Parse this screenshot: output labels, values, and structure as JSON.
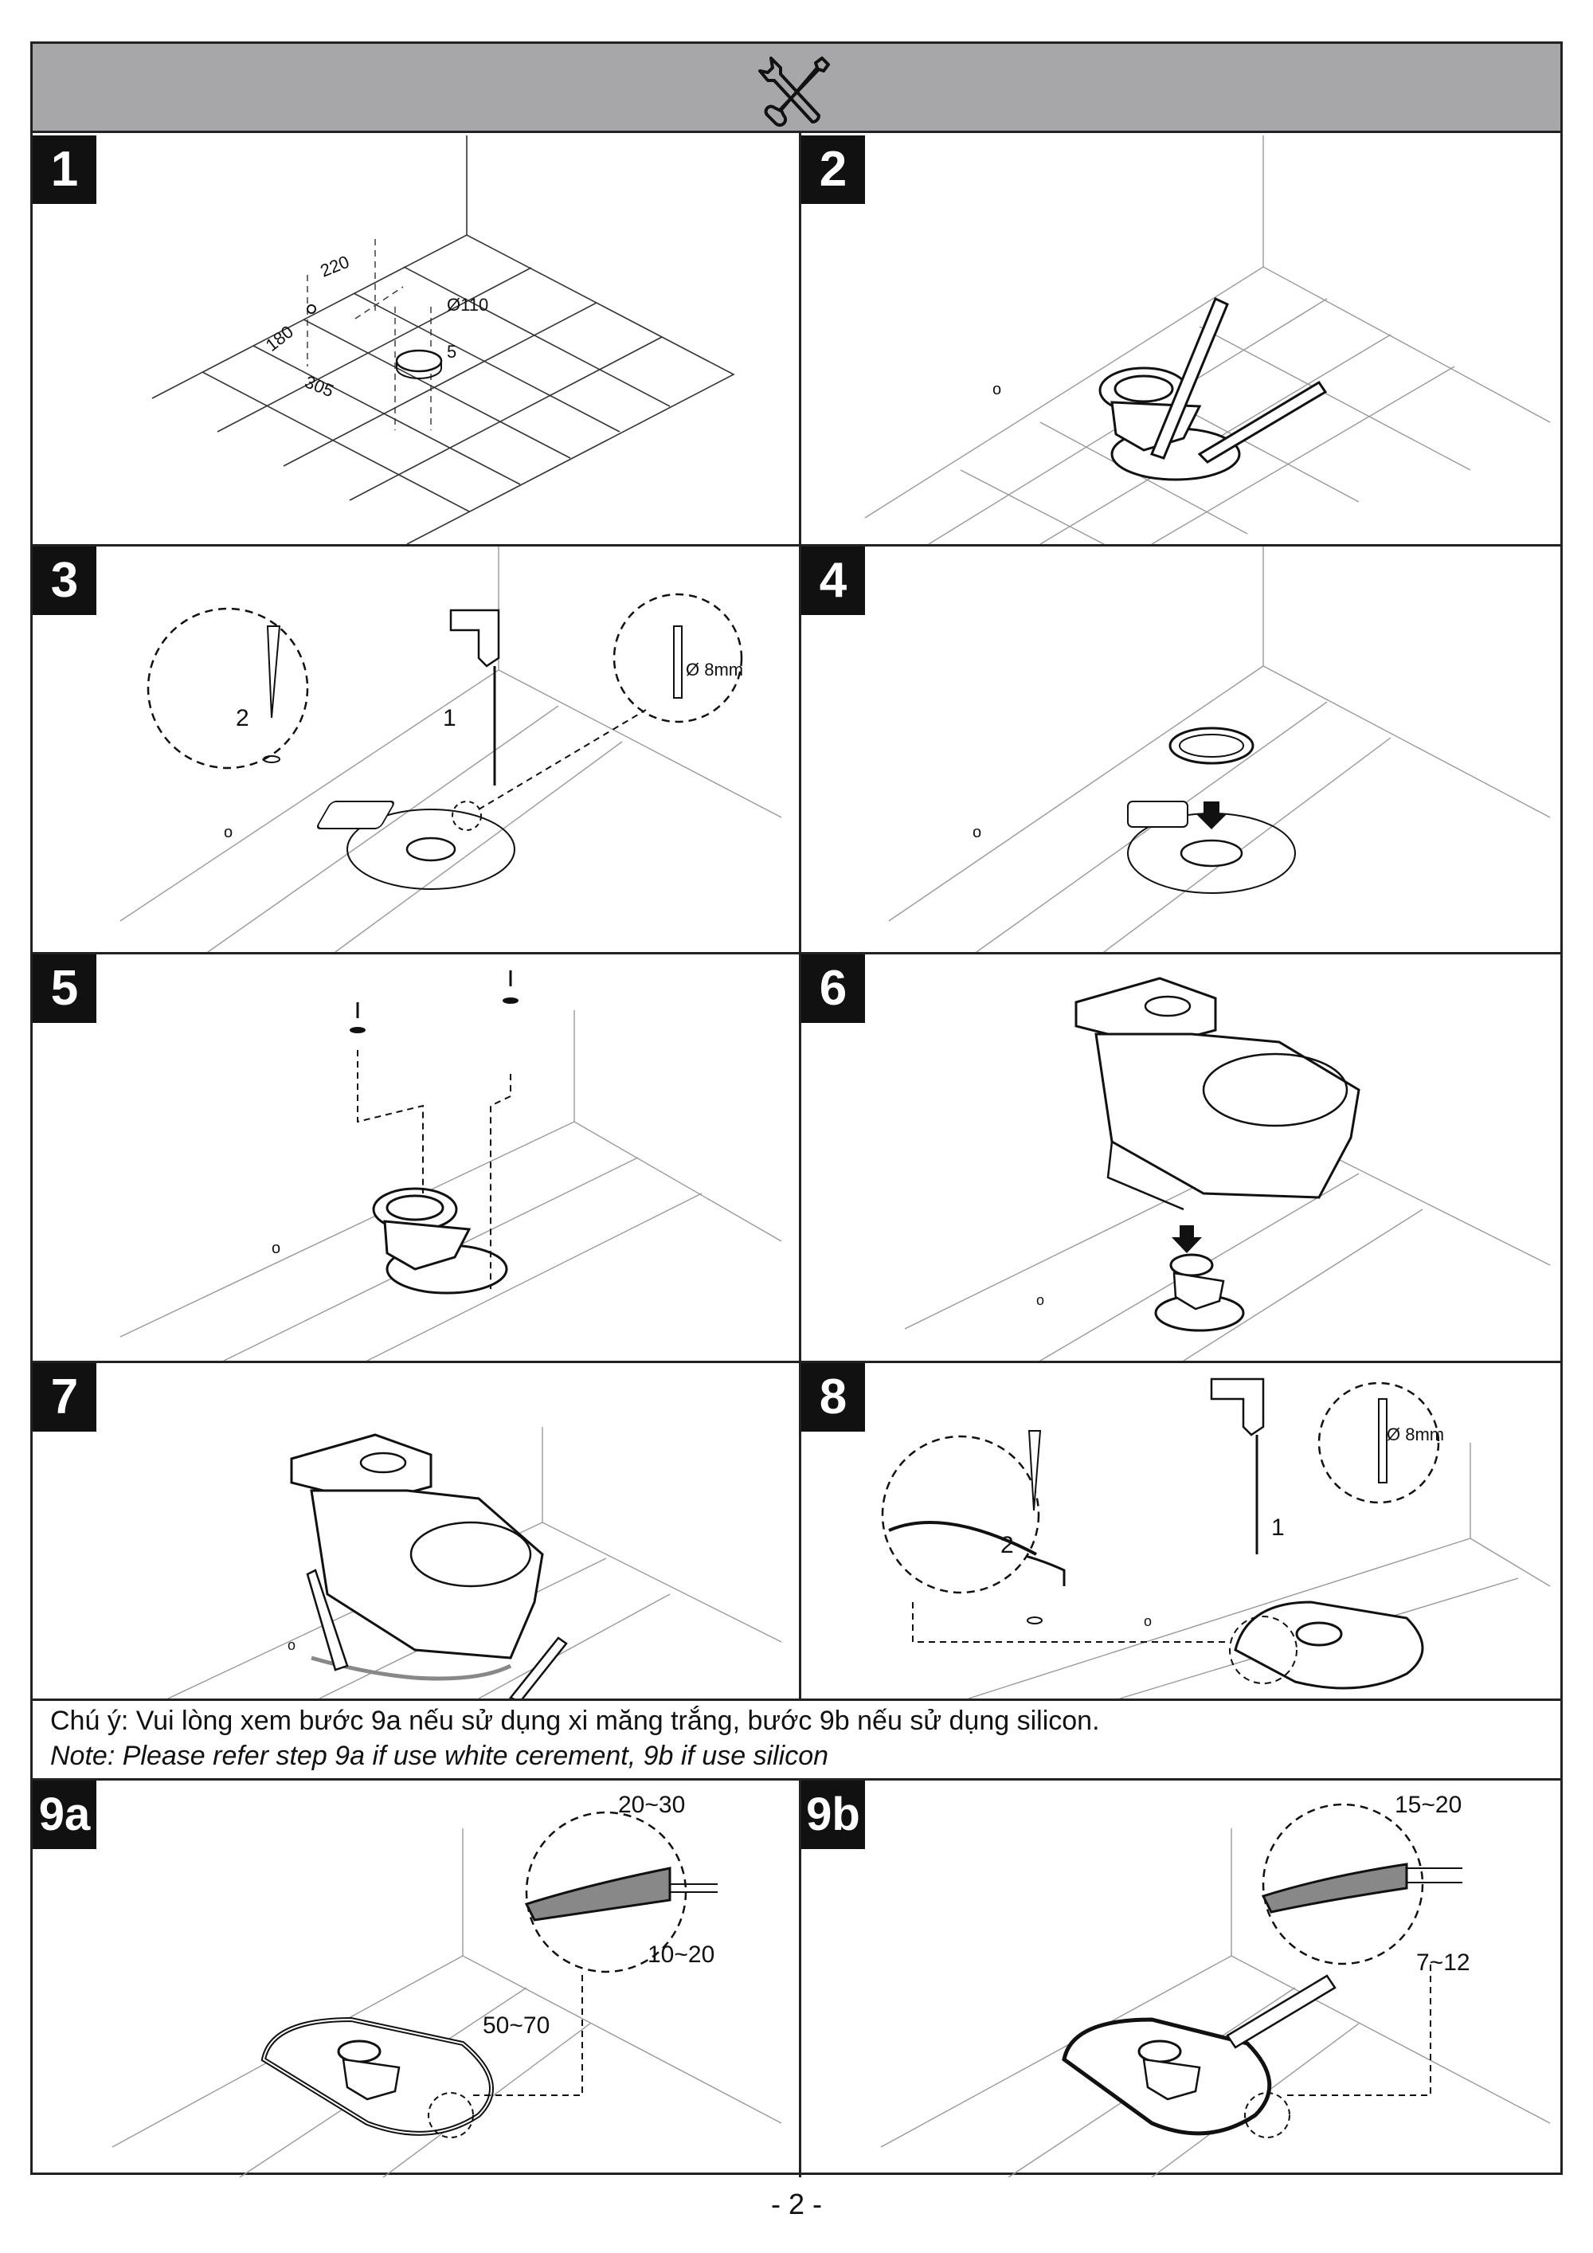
{
  "header": {
    "icon": "wrench-screwdriver-icon"
  },
  "steps": [
    {
      "number": "1",
      "labels": [
        "220",
        "180",
        "305",
        "Ø110",
        "5"
      ]
    },
    {
      "number": "2"
    },
    {
      "number": "3",
      "labels": [
        "2",
        "1",
        "Ø 8mm"
      ]
    },
    {
      "number": "4"
    },
    {
      "number": "5"
    },
    {
      "number": "6"
    },
    {
      "number": "7"
    },
    {
      "number": "8",
      "labels": [
        "2",
        "1",
        "Ø 8mm"
      ]
    },
    {
      "number": "9a",
      "labels": [
        "20~30",
        "10~20",
        "50~70"
      ]
    },
    {
      "number": "9b",
      "labels": [
        "15~20",
        "7~12"
      ]
    }
  ],
  "note": {
    "vi": "Chú ý: Vui lòng xem bước 9a nếu sử dụng xi măng trắng, bước 9b nếu sử dụng silicon.",
    "en": "Note: Please refer step 9a if use white cerement, 9b if use silicon"
  },
  "page_number": "- 2 -"
}
